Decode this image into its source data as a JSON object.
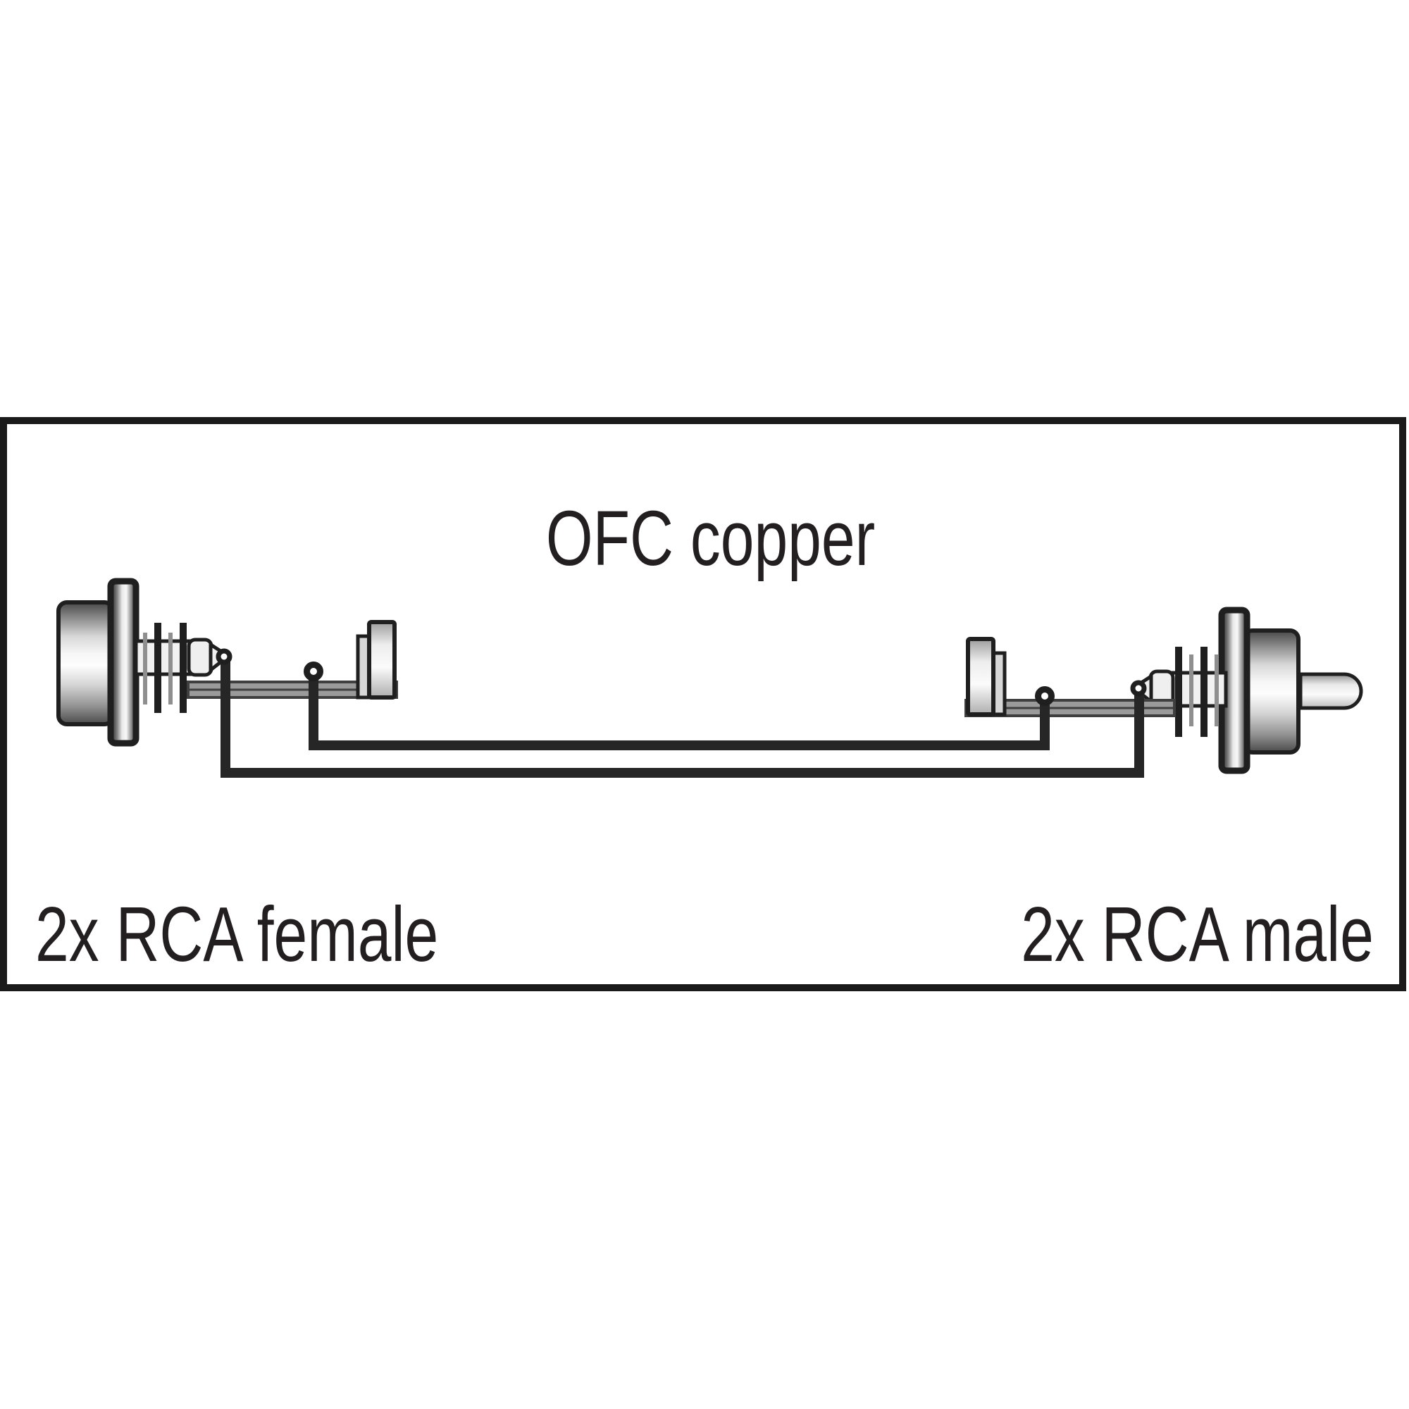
{
  "diagram": {
    "title": "OFC copper",
    "left_connector_label": "2x RCA female",
    "right_connector_label": "2x RCA male"
  },
  "icons": {
    "left": "rca-female-connector",
    "right": "rca-male-connector",
    "upper_wire": "ground-wire",
    "lower_wire": "signal-wire"
  },
  "colors": {
    "background": "#ffffff",
    "frame_border": "#1a1a1a",
    "text_ink": "#231f20",
    "outline": "#1f1f1f",
    "wire": "#262626",
    "cable_gray": "#9a9a9a",
    "cable_edge": "#3f3f3f"
  }
}
